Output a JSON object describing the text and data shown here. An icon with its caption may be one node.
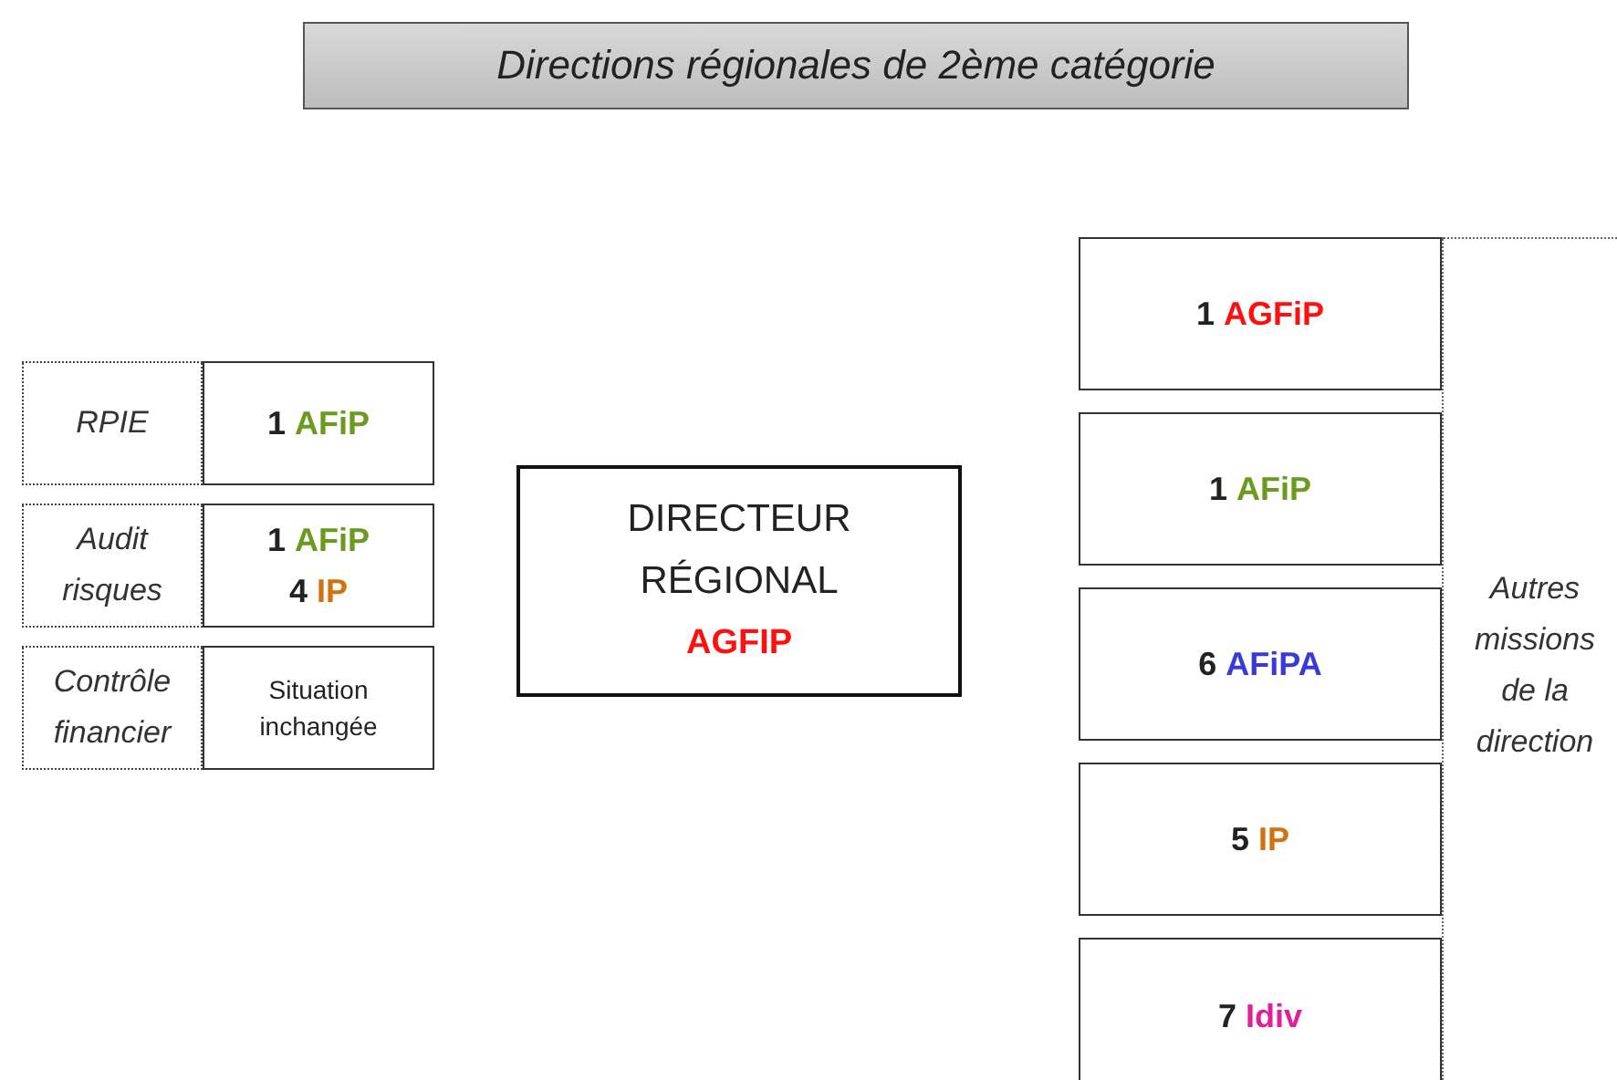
{
  "diagram": {
    "title": "Directions régionales de 2ème catégorie",
    "nodes": [
      {
        "text": [
          "RPIE"
        ]
      },
      {
        "text": [
          "1 **AFiP**"
        ]
      },
      {
        "text": [
          "Audit risques"
        ]
      },
      {
        "text": [
          "1 **AFiP**",
          "4 **IP**"
        ]
      },
      {
        "text": [
          "Contrôle financier"
        ]
      },
      {
        "text": [
          "Situation inchangée"
        ]
      },
      {
        "text": [
          "DIRECTEUR RÉGIONAL",
          "AGFIP"
        ]
      },
      {
        "text": [
          "1 **AGFiP**"
        ]
      },
      {
        "text": [
          "1 **AFiP**"
        ]
      },
      {
        "text": [
          "6 **AFiPA**"
        ]
      },
      {
        "text": [
          "5 **IP**"
        ]
      },
      {
        "text": [
          "7 **Idiv**"
        ]
      },
      {
        "text": [
          "Autres missions de la direction"
        ]
      }
    ]
  }
}
